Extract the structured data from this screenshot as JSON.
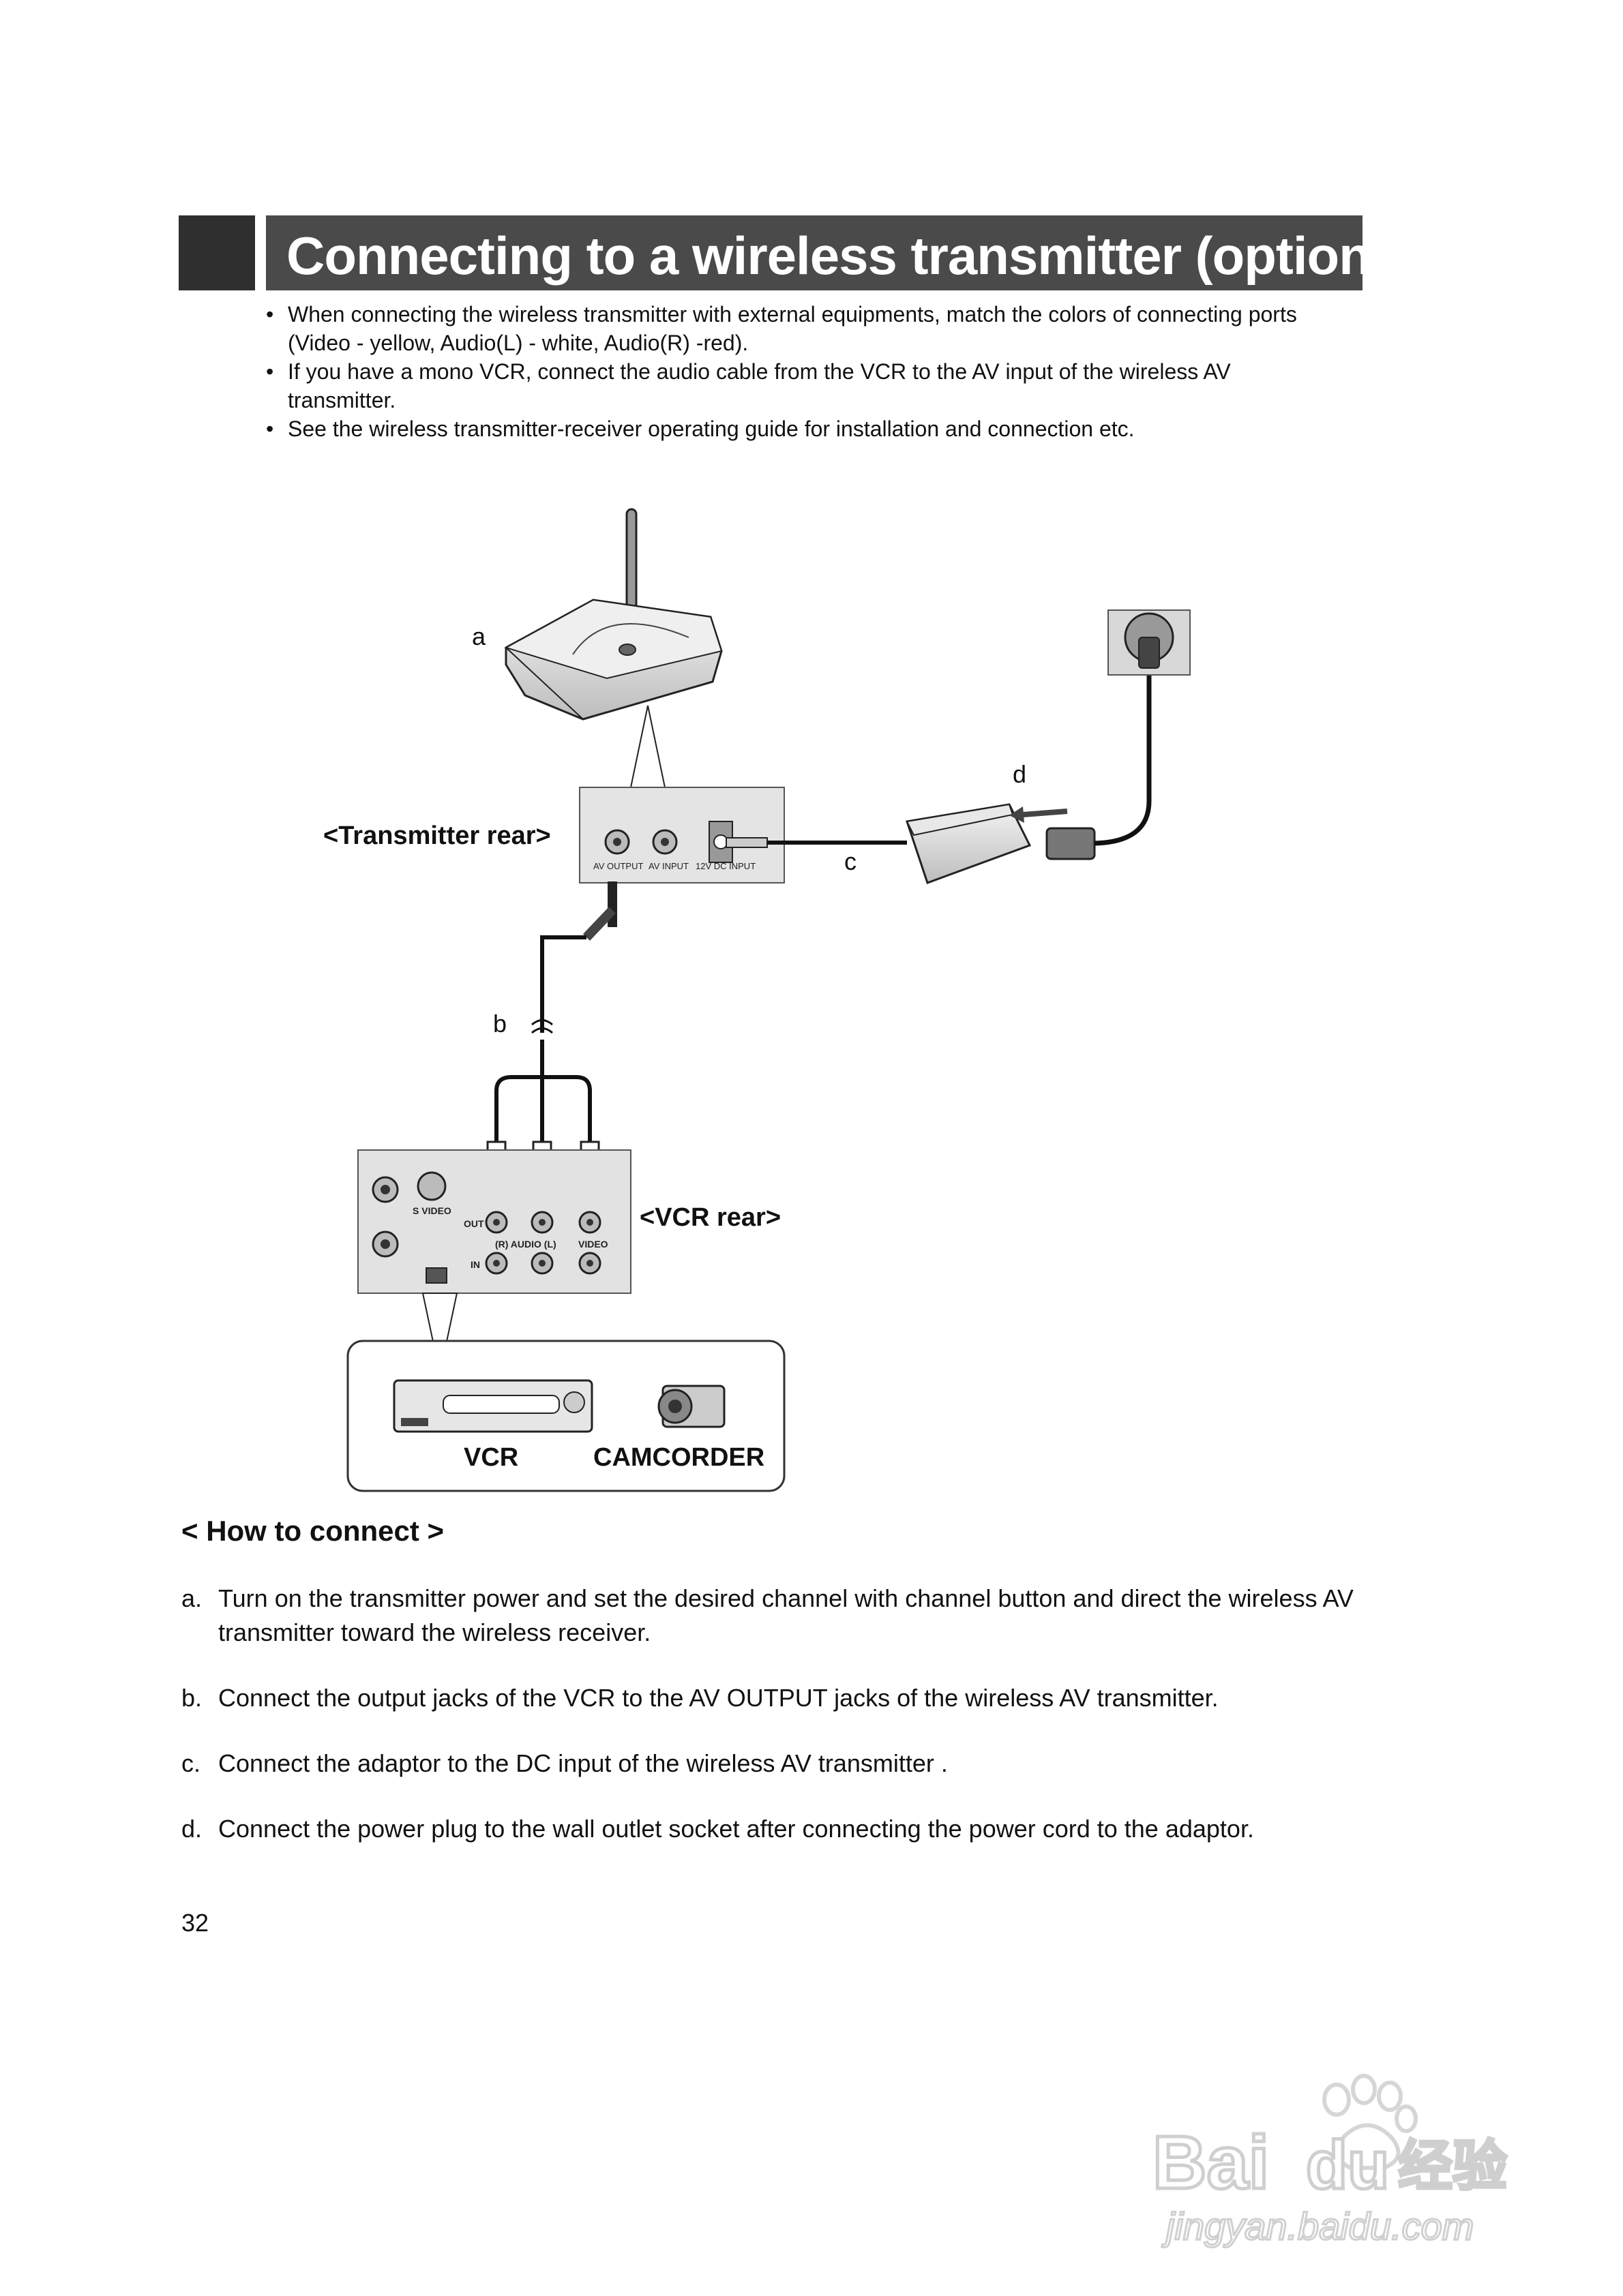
{
  "header": {
    "title": "Connecting to a wireless transmitter (option)"
  },
  "intro_bullets": [
    "When connecting the wireless transmitter with external equipments, match the colors of connecting ports (Video - yellow, Audio(L) - white, Audio(R) -red).",
    "If you have a mono VCR, connect the audio cable from the VCR to the AV input of the wireless AV transmitter.",
    "See the wireless transmitter-receiver operating guide for installation and connection etc."
  ],
  "diagram": {
    "labels": {
      "a": "a",
      "b": "b",
      "c": "c",
      "d": "d"
    },
    "transmitter_rear": "<Transmitter rear>",
    "transmitter_ports": {
      "av_output": "AV OUTPUT",
      "av_input": "AV INPUT",
      "dc_input": "12V DC INPUT"
    },
    "vcr_rear": "<VCR rear>",
    "vcr_ports": {
      "s_video": "S VIDEO",
      "out": "OUT",
      "in": "IN",
      "audio": "(R) AUDIO (L)",
      "video": "VIDEO"
    },
    "devices": {
      "vcr": "VCR",
      "camcorder": "CAMCORDER"
    }
  },
  "how_to_connect": {
    "title": "< How to connect >",
    "steps": [
      {
        "letter": "a.",
        "text": "Turn on the transmitter power and set the desired channel with channel button and direct the wireless AV transmitter toward the wireless receiver."
      },
      {
        "letter": "b.",
        "text": "Connect the output jacks of the VCR to the AV OUTPUT jacks of the wireless AV transmitter."
      },
      {
        "letter": "c.",
        "text": "Connect the adaptor to the DC input of the wireless AV transmitter ."
      },
      {
        "letter": "d.",
        "text": "Connect the power plug to the wall outlet socket after connecting the power cord to the adaptor."
      }
    ]
  },
  "page_number": "32",
  "watermark": {
    "brand": "Bai du 经验",
    "url": "jingyan.baidu.com"
  }
}
